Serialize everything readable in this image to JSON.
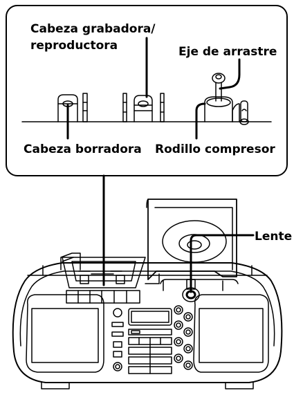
{
  "labels": {
    "record_head_line1": "Cabeza grabadora/",
    "record_head_line2": "reproductora",
    "capstan": "Eje de arrastre",
    "erase_head": "Cabeza borradora",
    "pinch_roller": "Rodillo compresor",
    "lens": "Lente"
  }
}
